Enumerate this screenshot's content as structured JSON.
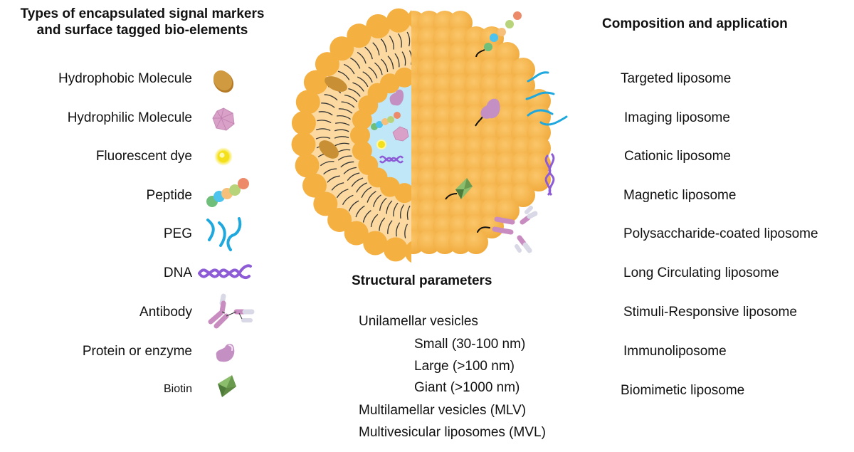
{
  "left_panel": {
    "heading_line1": "Types of encapsulated signal markers",
    "heading_line2": "and surface tagged bio-elements",
    "items": [
      {
        "label": "Hydrophobic Molecule",
        "icon": "hydrophobic-molecule-icon"
      },
      {
        "label": "Hydrophilic Molecule",
        "icon": "hydrophilic-molecule-icon"
      },
      {
        "label": "Fluorescent dye",
        "icon": "fluorescent-dye-icon"
      },
      {
        "label": "Peptide",
        "icon": "peptide-icon"
      },
      {
        "label": "PEG",
        "icon": "peg-icon"
      },
      {
        "label": "DNA",
        "icon": "dna-icon"
      },
      {
        "label": "Antibody",
        "icon": "antibody-icon"
      },
      {
        "label": "Protein or enzyme",
        "icon": "protein-icon"
      },
      {
        "label": "Biotin",
        "icon": "biotin-icon"
      }
    ]
  },
  "right_panel": {
    "heading": "Composition and application",
    "items": [
      "Targeted liposome",
      "Imaging liposome",
      "Cationic liposome",
      "Magnetic liposome",
      "Polysaccharide-coated liposome",
      "Long Circulating liposome",
      "Stimuli-Responsive liposome",
      "Immunoliposome",
      "Biomimetic liposome"
    ]
  },
  "structural": {
    "heading": "Structural parameters",
    "unilamellar": "Unilamellar vesicles",
    "sub_items": [
      "Small (30-100 nm)",
      "Large (>100 nm)",
      "Giant (>1000 nm)"
    ],
    "mlv": "Multilamellar vesicles (MLV)",
    "mvl": "Multivesicular liposomes (MVL)"
  },
  "colors": {
    "lipid_head": "#F5B042",
    "lipid_core": "#FBD9A0",
    "aqueous": "#BFE7F7",
    "hydrophobic": "#C98F35",
    "hydrophilic": "#D9A0C8",
    "dye": "#F6E21A",
    "peg": "#1EA8DD",
    "dna": "#8D5BD6",
    "antibody": "#C98CC0",
    "antibody_light": "#D8D8E6",
    "protein": "#C490C4",
    "biotin": "#7FAE5E",
    "peptide": [
      "#6FBF7A",
      "#4DC3EE",
      "#F6C07A",
      "#B7D47A",
      "#EC8A6A"
    ]
  }
}
